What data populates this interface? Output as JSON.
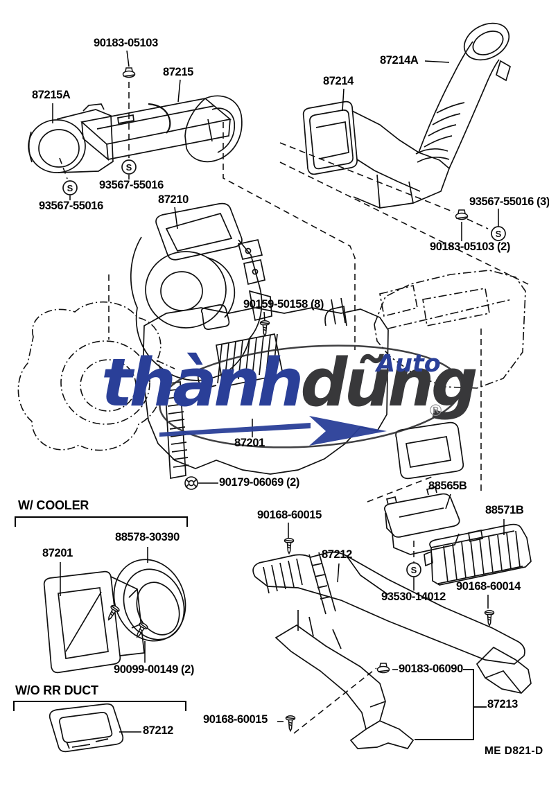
{
  "diagram": {
    "drawing_code": "ME  D821-D",
    "sections": {
      "with_cooler": "W/ COOLER",
      "without_rear_duct": "W/O RR  DUCT"
    },
    "parts": {
      "grommet_top": "90183-05103",
      "duct_87215": "87215",
      "duct_87215a": "87215A",
      "screw_93567_center": "93567-55016",
      "screw_93567_left": "93567-55016",
      "blower_87210": "87210",
      "duct_87214": "87214",
      "duct_87214a": "87214A",
      "screw_93567_right": "93567-55016 (3)",
      "grommet_right": "90183-05103 (2)",
      "screw_90159": "90159-50158 (8)",
      "heater_87201": "87201",
      "nut_90179": "90179-06069 (2)",
      "duct_88565b": "88565B",
      "register_88571b": "88571B",
      "screw_90168_60015_mid": "90168-60015",
      "duct_87212_mid": "87212",
      "screw_93530": "93530-14012",
      "screw_90168_60014": "90168-60014",
      "ring_88578": "88578-30390",
      "duct_87201_cooler": "87201",
      "screw_90099": "90099-00149 (2)",
      "duct_87212_small": "87212",
      "screw_90168_60015_bottom": "90168-60015",
      "grommet_90183_06090": "90183-06090",
      "duct_87213": "87213"
    },
    "symbols": {
      "s_marker": "S"
    }
  },
  "watermark": {
    "brand_primary": "thành",
    "brand_secondary": "dũng",
    "brand_tagline": "Auto",
    "registered_mark": "®",
    "color_primary": "#2a3f98",
    "color_secondary": "#38383a"
  }
}
